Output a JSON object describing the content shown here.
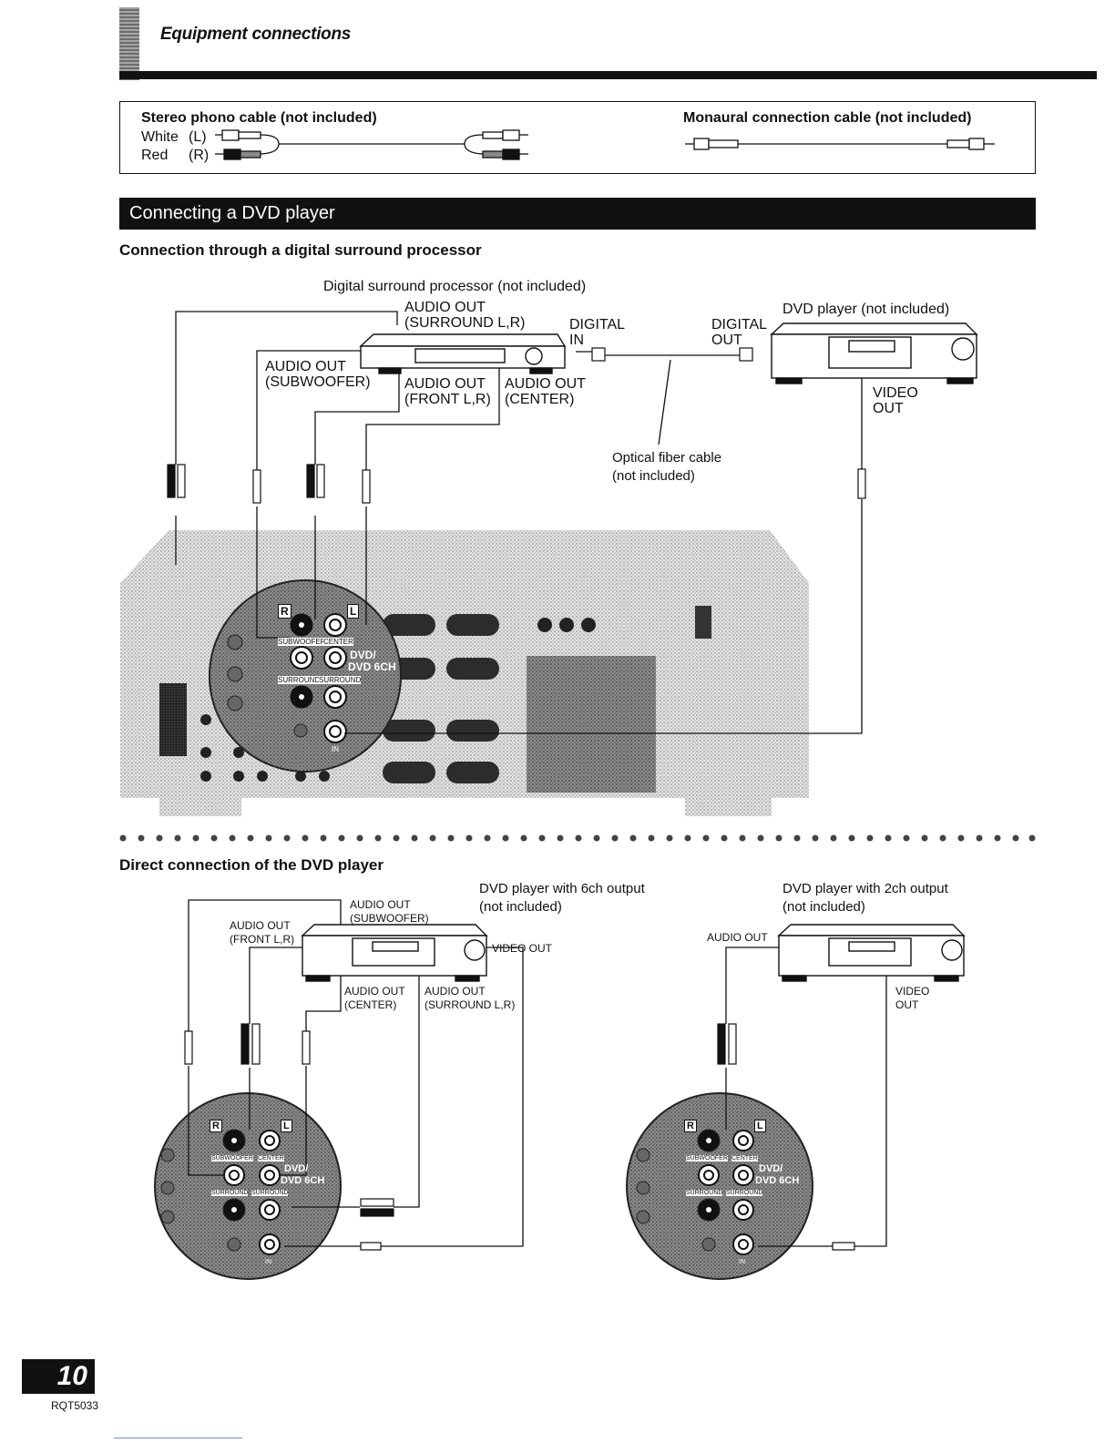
{
  "header": {
    "title": "Equipment connections"
  },
  "cables": {
    "stereo_title": "Stereo phono cable (not included)",
    "white_label": "White",
    "white_side": "(L)",
    "red_label": "Red",
    "red_side": "(R)",
    "mono_title": "Monaural connection cable (not included)"
  },
  "section": {
    "title": "Connecting a DVD player"
  },
  "processor_diagram": {
    "heading": "Connection through a digital surround processor",
    "processor_label": "Digital surround processor (not included)",
    "audio_out_surround": "AUDIO OUT\n(SURROUND L,R)",
    "digital_in": "DIGITAL\nIN",
    "digital_out": "DIGITAL\nOUT",
    "dvd_player_label": "DVD player (not included)",
    "audio_out_subwoofer": "AUDIO OUT\n(SUBWOOFER)",
    "audio_out_front": "AUDIO OUT\n(FRONT L,R)",
    "audio_out_center": "AUDIO OUT\n(CENTER)",
    "video_out": "VIDEO\nOUT",
    "optical_cable": "Optical fiber cable\n(not included)"
  },
  "panel": {
    "r": "R",
    "l": "L",
    "subwoofer": "SUBWOOFER",
    "center": "CENTER",
    "surround_r": "SURROUND",
    "surround_l": "SURROUND",
    "dvd": "DVD/",
    "dvd6ch": "DVD 6CH",
    "in": "IN",
    "in_small": "IN"
  },
  "direct_diagram": {
    "heading": "Direct connection of the DVD player",
    "player6_label": "DVD player with 6ch output\n(not included)",
    "player2_label": "DVD player with 2ch output\n(not included)",
    "audio_out_subwoofer": "AUDIO OUT\n(SUBWOOFER)",
    "audio_out_front": "AUDIO OUT\n(FRONT L,R)",
    "video_out_6": "VIDEO OUT",
    "audio_out_center": "AUDIO OUT\n(CENTER)",
    "audio_out_surround": "AUDIO OUT\n(SURROUND L,R)",
    "audio_out_2": "AUDIO OUT",
    "video_out_2": "VIDEO\nOUT"
  },
  "footer": {
    "page_number": "10",
    "doc_code": "RQT5033"
  }
}
